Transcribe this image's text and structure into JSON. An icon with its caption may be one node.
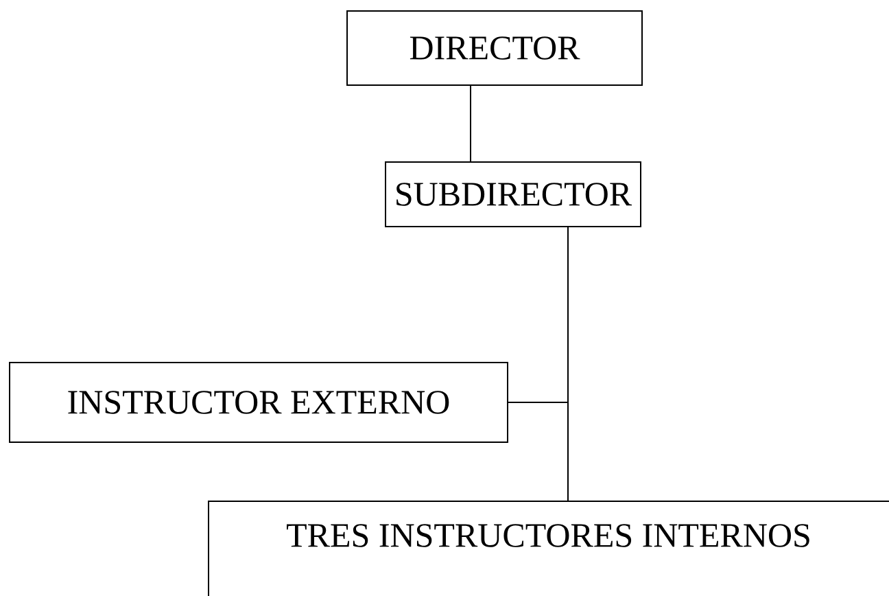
{
  "diagram": {
    "nodes": [
      {
        "text": [
          "DIRECTOR"
        ]
      },
      {
        "text": [
          "SUBDIRECTOR"
        ]
      },
      {
        "text": [
          "INSTRUCTOR EXTERNO"
        ]
      },
      {
        "text": [
          "TRES INSTRUCTORES INTERNOS"
        ]
      }
    ],
    "edges": [
      {
        "from": 0,
        "to": 1,
        "arrow": "none"
      },
      {
        "from": 1,
        "to": 3,
        "arrow": "none"
      },
      {
        "from": 2,
        "to": 3,
        "arrow": "none"
      }
    ]
  }
}
